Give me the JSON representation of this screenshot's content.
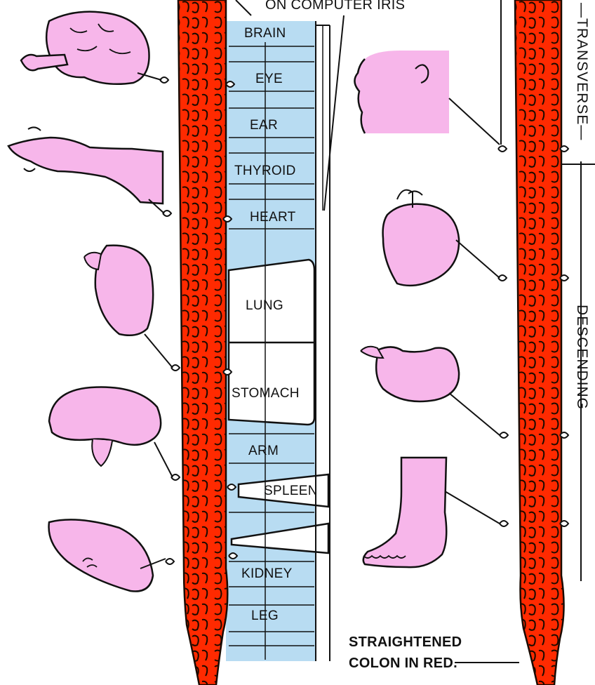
{
  "header_fragment": "ON COMPUTER IRIS",
  "chart_segments": [
    {
      "id": "brain",
      "label": "BRAIN"
    },
    {
      "id": "eye",
      "label": "EYE"
    },
    {
      "id": "ear",
      "label": "EAR"
    },
    {
      "id": "thyroid",
      "label": "THYROID"
    },
    {
      "id": "heart",
      "label": "HEART"
    },
    {
      "id": "lung",
      "label": "LUNG"
    },
    {
      "id": "stomach",
      "label": "STOMACH"
    },
    {
      "id": "arm",
      "label": "ARM"
    },
    {
      "id": "spleen",
      "label": "SPLEEN"
    },
    {
      "id": "kidney",
      "label": "KIDNEY"
    },
    {
      "id": "leg",
      "label": "LEG"
    }
  ],
  "colon_sections": {
    "transverse": "—TRANSVERSE—",
    "descending": "—DESCENDING—"
  },
  "caption": {
    "line1": "STRAIGHTENED",
    "line2": "COLON IN RED."
  },
  "colors": {
    "colon_red": "#ff2a00",
    "colon_outline": "#1a0a00",
    "chart_blue": "#b8dcf2",
    "organ_pink": "#f7b6ea",
    "ink": "#111111"
  },
  "left_organs": [
    "brain-icon",
    "arm-icon",
    "lung-icon",
    "kidney-icon",
    "spleen-icon"
  ],
  "right_organs": [
    "head-icon",
    "heart-icon",
    "stomach-icon",
    "foot-icon"
  ]
}
